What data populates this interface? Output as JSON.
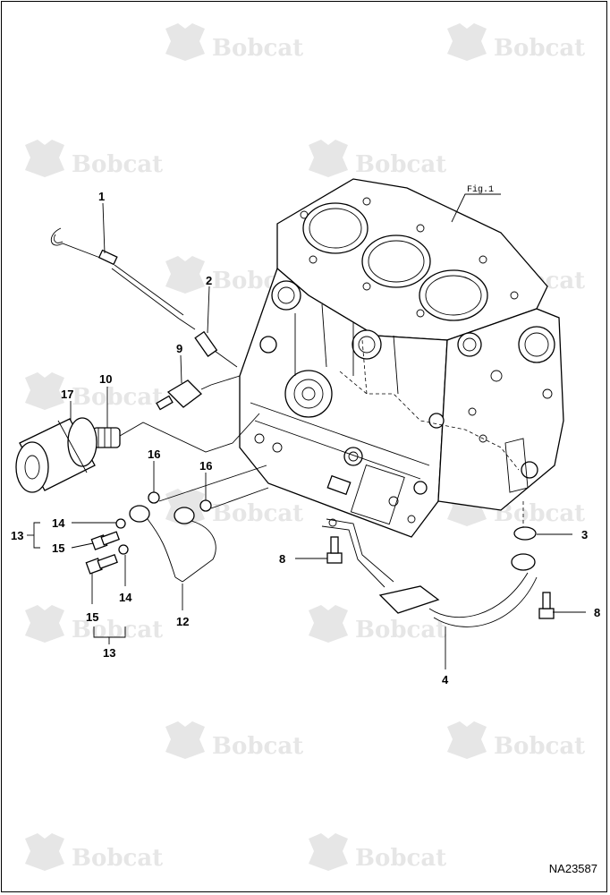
{
  "watermark": {
    "text": "Bobcat"
  },
  "figure_ref": "Fig.1",
  "document_id": "NA23587",
  "callouts": {
    "c1": "1",
    "c2": "2",
    "c3": "3",
    "c4": "4",
    "c8a": "8",
    "c8b": "8",
    "c9": "9",
    "c10": "10",
    "c12": "12",
    "c13a": "13",
    "c13b": "13",
    "c14a": "14",
    "c14b": "14",
    "c15a": "15",
    "c15b": "15",
    "c16a": "16",
    "c16b": "16",
    "c17": "17"
  }
}
